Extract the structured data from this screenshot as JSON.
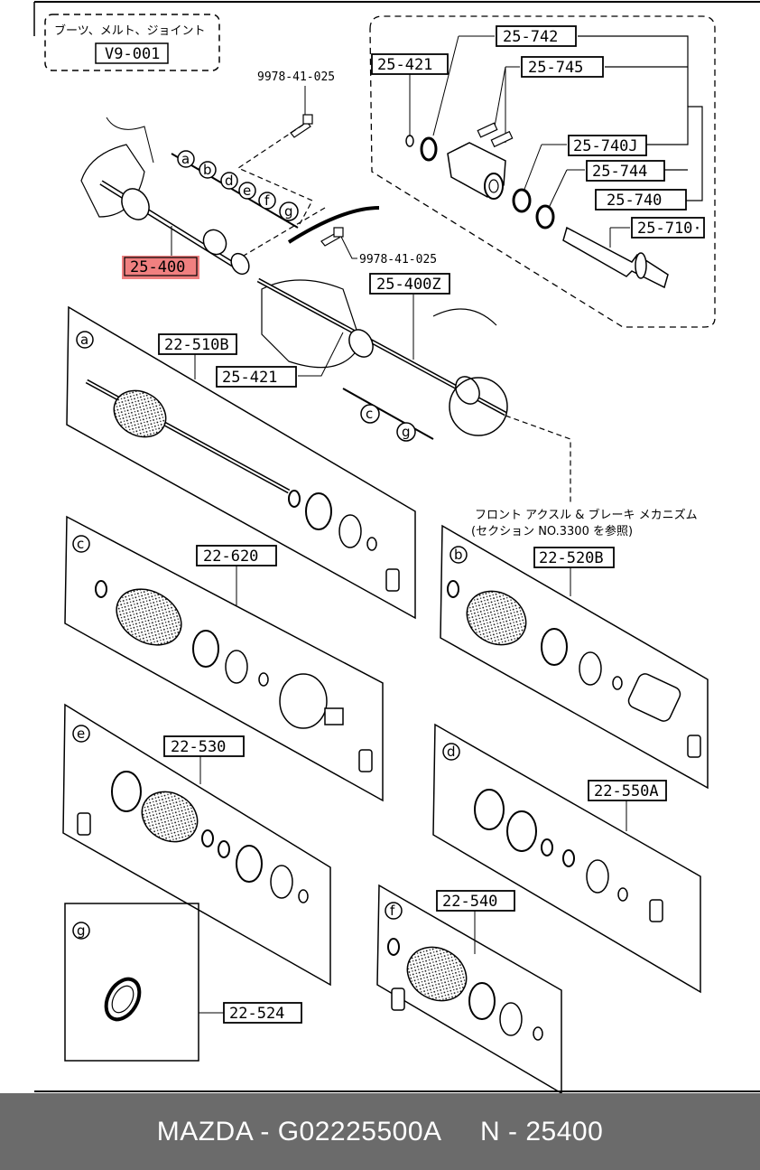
{
  "header": {
    "category_jp": "ブーツ、メルト、ジョイント",
    "code": "V9-001",
    "bolt_part_1": "9978-41-025",
    "bolt_part_2": "9978-41-025"
  },
  "parts": {
    "p25_742": "25-742",
    "p25_421_top": "25-421",
    "p25_745": "25-745",
    "p25_740J": "25-740J",
    "p25_744": "25-744",
    "p25_740": "25-740",
    "p25_710": "25-710·",
    "p25_400": "25-400",
    "p25_400Z": "25-400Z",
    "p22_510B": "22-510B",
    "p25_421_mid": "25-421",
    "p22_620": "22-620",
    "p22_520B": "22-520B",
    "p22_530": "22-530",
    "p22_550A": "22-550A",
    "p22_540": "22-540",
    "p22_524": "22-524"
  },
  "callouts": {
    "a": "a",
    "b": "b",
    "c": "c",
    "d": "d",
    "e": "e",
    "f": "f",
    "g": "g"
  },
  "note": {
    "line1": "フロント アクスル & ブレーキ メカニズム",
    "line2": "(セクション NO.3300 を参照)"
  },
  "footer": {
    "brand": "MAZDA",
    "part_number": "G02225500A",
    "ref": "N - 25400",
    "text": "MAZDA - G02225500A     N - 25400"
  },
  "colors": {
    "highlight": "#f08080",
    "footer_bg": "#6b6b6b",
    "line": "#000000"
  }
}
